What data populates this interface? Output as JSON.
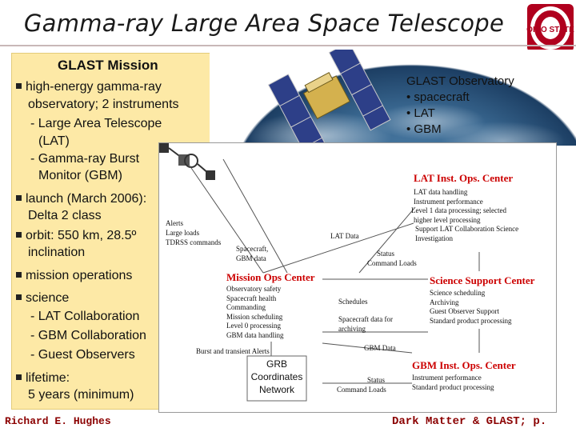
{
  "title": "Gamma-ray Large Area Space Telescope",
  "logo": {
    "icon": "ohio-state-logo-icon",
    "text": "OHIO STATE"
  },
  "mission": {
    "heading": "GLAST Mission",
    "bullets": [
      "high-energy gamma-ray",
      "observatory; 2 instruments",
      "- Large Area Telescope",
      "(LAT)",
      "- Gamma-ray Burst",
      "Monitor (GBM)",
      "launch (March 2006):",
      "Delta 2 class",
      "orbit: 550 km, 28.5º",
      "inclination",
      "mission operations",
      "science",
      "- LAT Collaboration",
      "- GBM Collaboration",
      "- Guest Observers",
      "lifetime:",
      "5 years (minimum)"
    ]
  },
  "observatory": {
    "heading": "GLAST Observatory",
    "items": [
      "• spacecraft",
      "• LAT",
      "• GBM"
    ]
  },
  "diagram": {
    "lat_center": {
      "title": "LAT Inst. Ops. Center",
      "items": [
        "LAT data handling",
        "Instrument performance",
        "Level 1 data processing; selected",
        "higher level processing",
        "Support LAT Collaboration Science",
        "Investigation"
      ]
    },
    "mission_ops": {
      "title": "Mission Ops Center",
      "items": [
        "Observatory safety",
        "Spacecraft health",
        "Commanding",
        "Mission scheduling",
        "Level 0 processing",
        "GBM data handling"
      ]
    },
    "science_support": {
      "title": "Science Support Center",
      "items": [
        "Science scheduling",
        "Archiving",
        "Guest Observer Support",
        "Standard product processing"
      ]
    },
    "gbm_center": {
      "title": "GBM Inst. Ops. Center",
      "items": [
        "Instrument performance",
        "Standard product processing"
      ]
    },
    "grb": {
      "lines": [
        "GRB",
        "Coordinates",
        "Network"
      ]
    },
    "flow_labels": {
      "alerts": [
        "Alerts",
        "Large loads",
        "TDRSS commands"
      ],
      "spacecraft_data": [
        "Spacecraft,",
        "GBM data"
      ],
      "lat_data": "LAT Data",
      "status_loads_1": [
        "Status",
        "Command Loads"
      ],
      "schedules": "Schedules",
      "spacecraft_archiving": [
        "Spacecraft data for",
        "archiving"
      ],
      "gbm_data": "GBM Data",
      "burst_alerts": "Burst and transient Alerts",
      "status_loads_2": [
        "Status",
        "Command Loads"
      ]
    }
  },
  "footer": {
    "left": "Richard E. Hughes",
    "right": "Dark Matter & GLAST; p."
  }
}
